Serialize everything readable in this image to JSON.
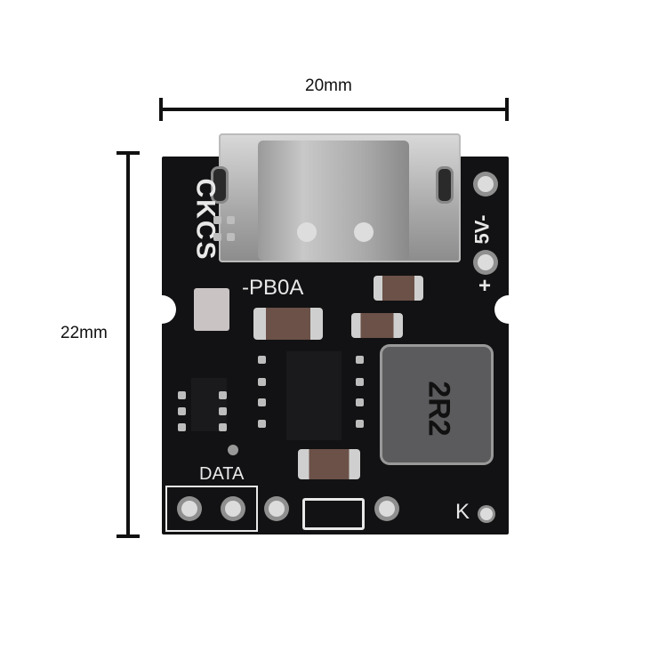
{
  "image": {
    "subject": "Black PCB module with USB-C connector, inductor and SMD components",
    "background_color": "#ffffff",
    "board_color": "#121214"
  },
  "dimensions": {
    "width_label": "20mm",
    "height_label": "22mm"
  },
  "silkscreen": {
    "brand": "CKCS",
    "model": "-PB0A",
    "output_label": "5V-",
    "plus_sign": "+",
    "data_label": "DATA",
    "k_label": "K",
    "inductor_marking": "2R2"
  }
}
